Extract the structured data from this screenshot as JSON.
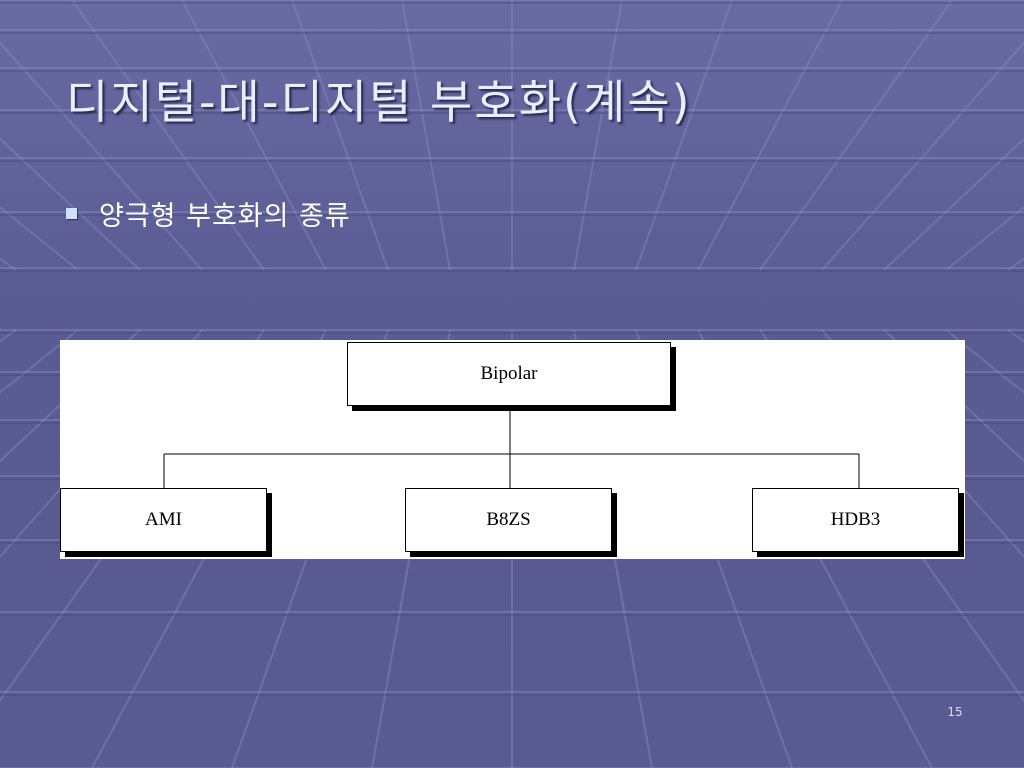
{
  "slide": {
    "title": "디지털-대-디지털 부호화(계속)",
    "bullet": "양극형 부호화의 종류",
    "page_number": "15"
  },
  "diagram": {
    "root": "Bipolar",
    "children": [
      "AMI",
      "B8ZS",
      "HDB3"
    ]
  },
  "colors": {
    "background": "#5f5f96",
    "title_text": "#e8f0ff",
    "bullet_marker": "#cfe0ff",
    "panel": "#ffffff",
    "node_border": "#000000"
  }
}
